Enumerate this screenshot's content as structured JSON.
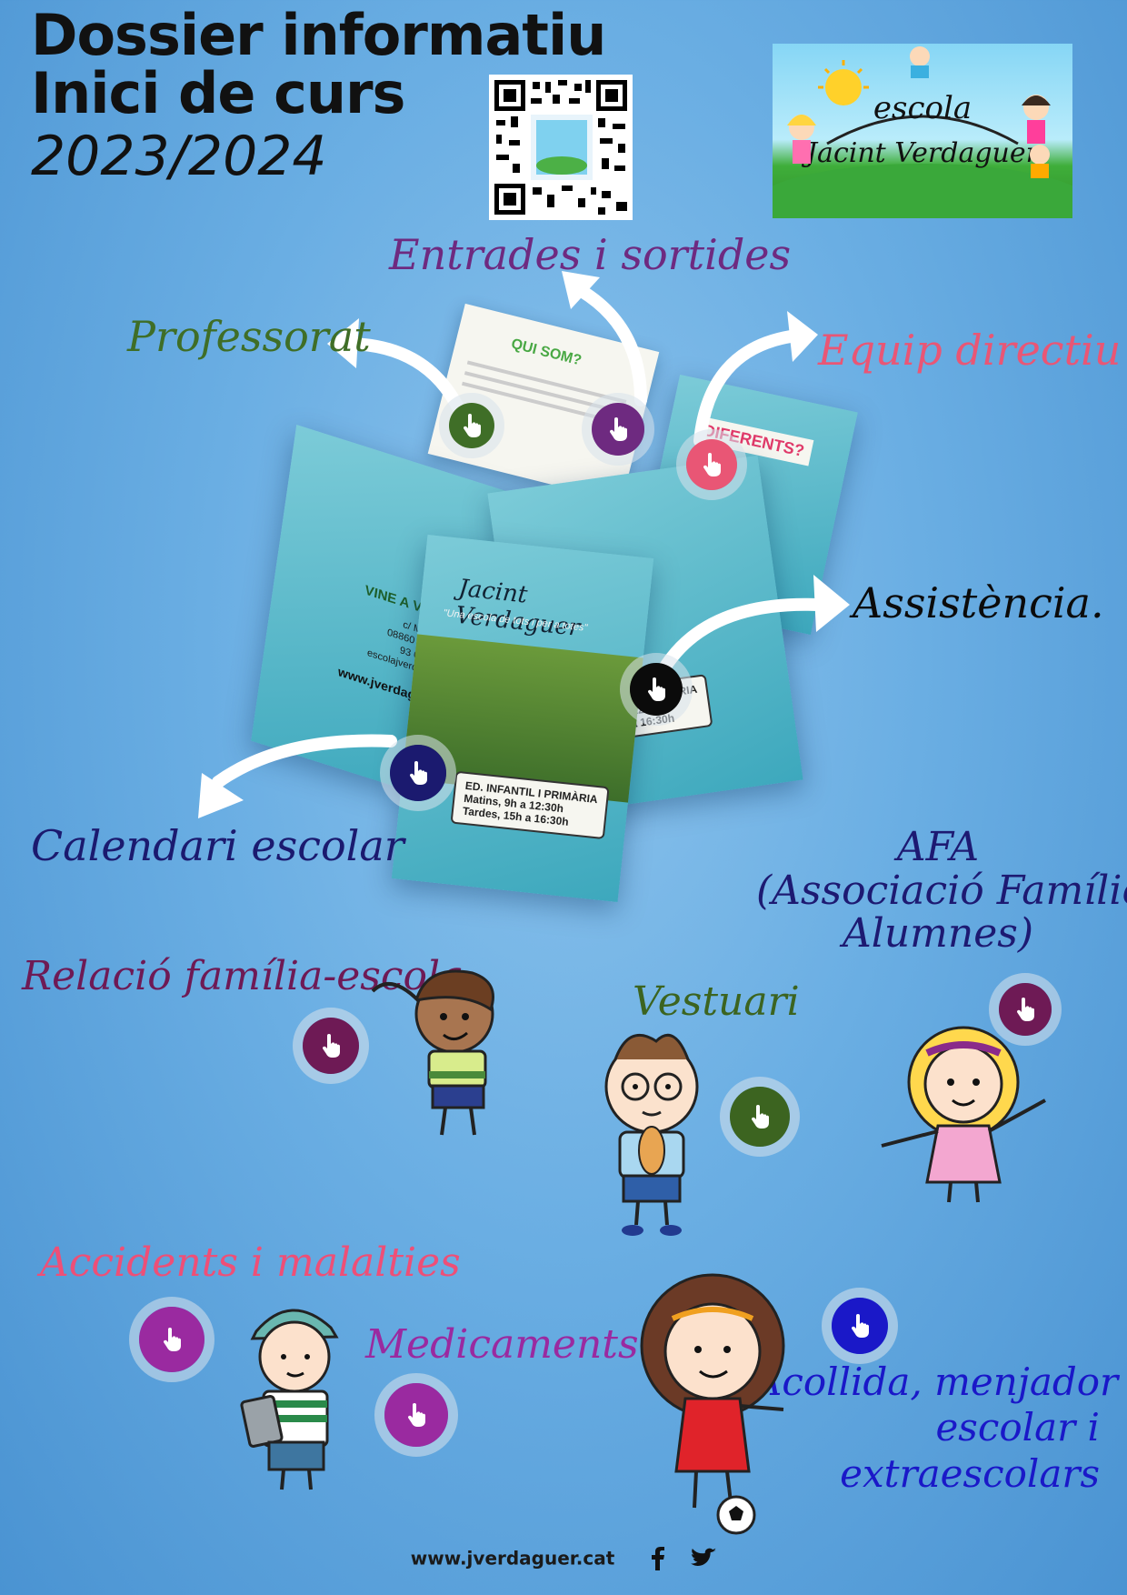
{
  "header": {
    "title_line1": "Dossier  informatiu",
    "title_line2": "Inici de curs",
    "title_year": "2023/2024"
  },
  "logo": {
    "text_top": "escola",
    "text_bottom": "Jacint Verdaguer"
  },
  "brochure": {
    "qui_som": "QUI SOM?",
    "diferents": "DIFERENTS?",
    "vine": "VINE A VEURE'NS",
    "address": [
      "c/ Muralla s/n",
      "08860 Castelldefels",
      "93 665 40 52",
      "escolajverdaguer@xtec.cat"
    ],
    "web": "www.jverdaguer.cat",
    "slogan": "\"Una escola de tots i per a totes\"",
    "schedule_title": "ED. INFANTIL I PRIMÀRIA",
    "schedule_1": "Matins, 9h a 12:30h",
    "schedule_2": "Tardes, 15h a 16:30h"
  },
  "sections": {
    "entrades": "Entrades i sortides",
    "professorat": "Professorat",
    "equip": "Equip directiu",
    "assistencia": "Assistència.",
    "calendari": "Calendari escolar",
    "afa_1": "AFA",
    "afa_2": "(Associació  Famílies",
    "afa_3": "Alumnes)",
    "relacio": "Relació família-escola",
    "vestuari": "Vestuari",
    "accidents": "Accidents i malalties",
    "medicaments": "Medicaments",
    "acollida_1": "Acollida, menjador",
    "acollida_2": "escolar i",
    "acollida_3": "extraescolars"
  },
  "colors": {
    "professorat": "#3f6e27",
    "entrades": "#6e2a80",
    "equip": "#e95675",
    "assistencia": "#0b0b0b",
    "calendari": "#1b1a6f",
    "afa": "#1d1a72",
    "relacio": "#6e1a55",
    "vestuari": "#3c6420",
    "accidents": "#ee4f77",
    "medicaments": "#9a2aa0",
    "acollida": "#1a18c8"
  },
  "footer": {
    "web": "www.jverdaguer.cat",
    "icons": [
      "facebook-icon",
      "twitter-icon"
    ]
  }
}
